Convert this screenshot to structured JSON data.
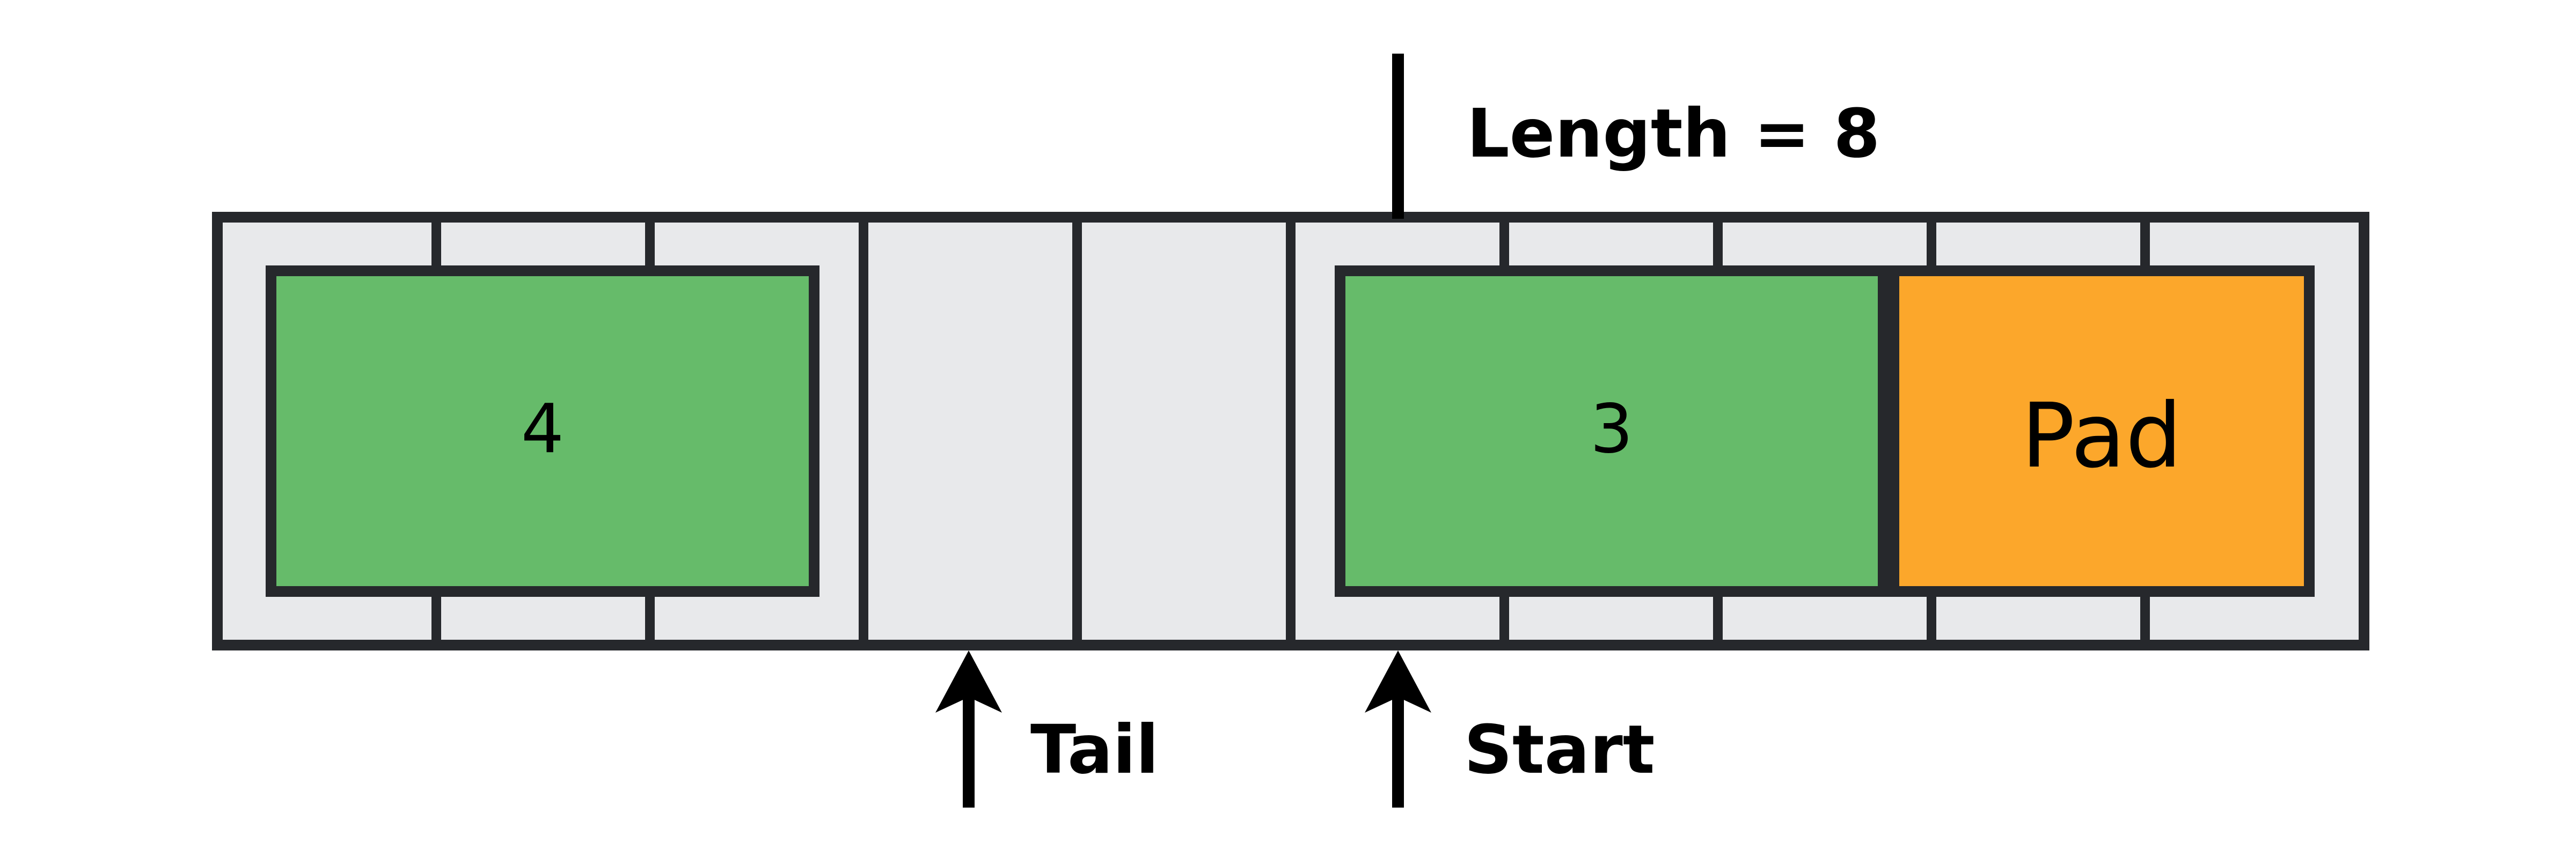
{
  "diagram": {
    "kind": "ring-buffer",
    "slot_count": 10,
    "length_annotation": "Length = 8",
    "pointers": {
      "tail_label": "Tail",
      "start_label": "Start"
    },
    "blocks": {
      "message_left_label": "4",
      "message_right_label": "3",
      "padding_label": "Pad"
    },
    "colors": {
      "background": "#ffffff",
      "slot_gray": "#e8e9eb",
      "outline_dark": "#26282c",
      "message_green": "#66bb6a",
      "padding_orange": "#fca72b",
      "annotation_black": "#000000"
    }
  }
}
